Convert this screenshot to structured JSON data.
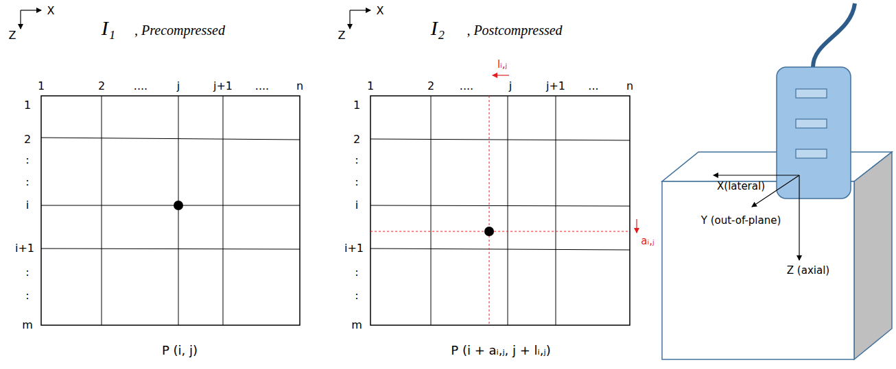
{
  "diagram": {
    "labels": [
      "X",
      "Z",
      "I₁",
      ", Precompressed",
      "1",
      "2",
      "....",
      "j",
      "j+1",
      "....",
      "n",
      "1",
      "2",
      ":",
      ":",
      "i",
      "i+1",
      ":",
      ":",
      "m",
      "P (i, j)",
      "X",
      "Z",
      "I₂",
      ", Postcompressed",
      "1",
      "2",
      "....",
      "j",
      "j+1",
      "...",
      "n",
      "lᵢ,ⱼ",
      "1",
      "2",
      ":",
      ":",
      "i",
      "i+1",
      ":",
      ":",
      "m",
      "aᵢ,ⱼ",
      "P (i + aᵢ,ⱼ, j + lᵢ,ⱼ)",
      "X(lateral)",
      "Y (out-of-plane)",
      "Z (axial)"
    ]
  }
}
